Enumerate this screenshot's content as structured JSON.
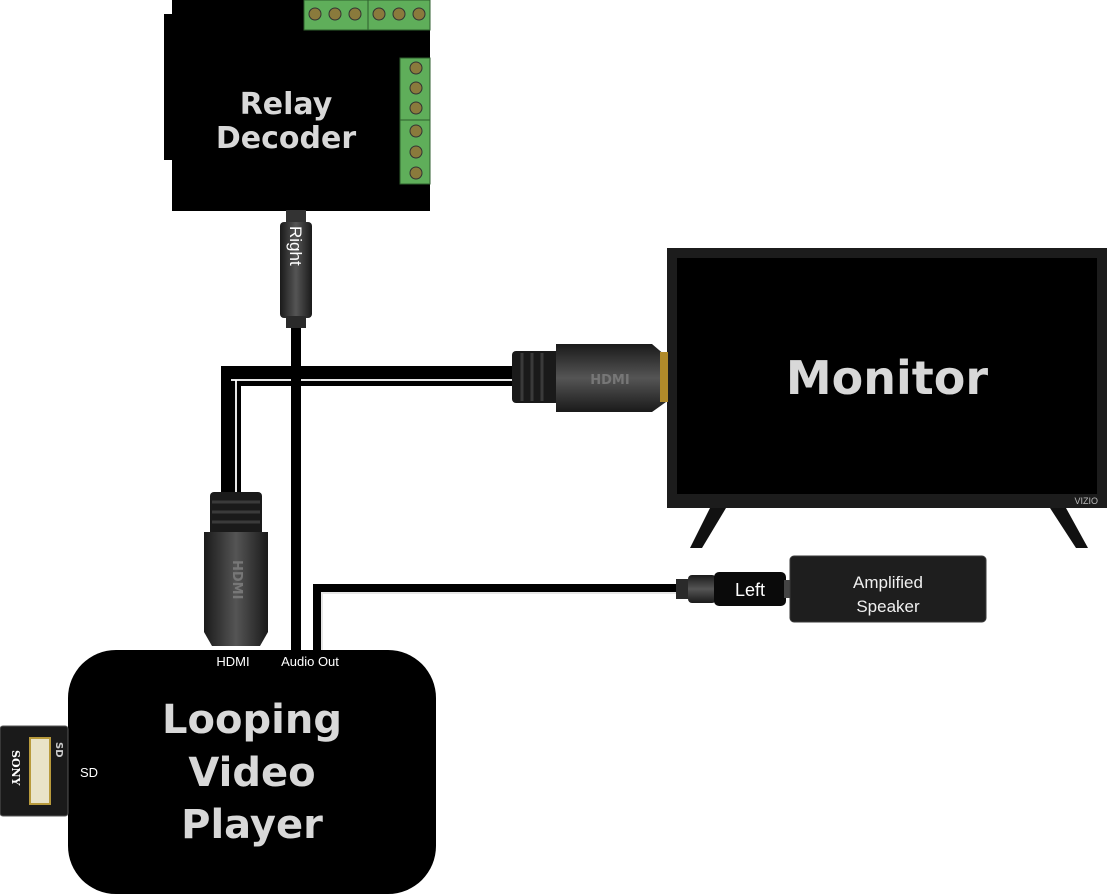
{
  "relay_decoder": {
    "title_line1": "Relay",
    "title_line2": "Decoder"
  },
  "monitor": {
    "title": "Monitor",
    "brand": "VIZIO"
  },
  "player": {
    "title_line1": "Looping",
    "title_line2": "Video",
    "title_line3": "Player",
    "port_hdmi": "HDMI",
    "port_audio": "Audio Out",
    "port_sd": "SD"
  },
  "speaker": {
    "title_line1": "Amplified",
    "title_line2": "Speaker"
  },
  "cables": {
    "right_plug": "Right",
    "left_plug": "Left",
    "hdmi_text": "HDMI"
  },
  "sd_card": {
    "brand": "SONY",
    "mark": "SD"
  },
  "colors": {
    "device": "#000000",
    "label": "#d8d8d8",
    "terminal_green": "#5fae5a"
  }
}
